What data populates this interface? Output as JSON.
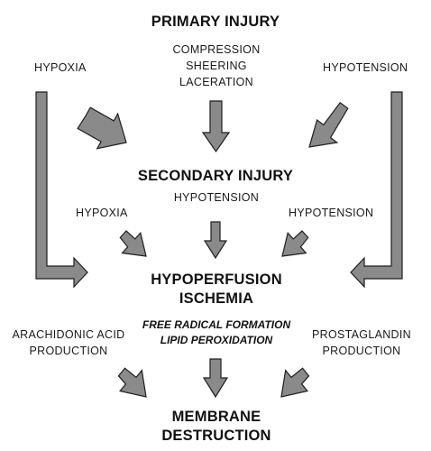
{
  "primary_injury": {
    "title": "PRIMARY INJURY",
    "left": "HYPOXIA",
    "center": [
      "COMPRESSION",
      "SHEERING",
      "LACERATION"
    ],
    "right": "HYPOTENSION"
  },
  "secondary_injury": {
    "title": "SECONDARY INJURY",
    "left": "HYPOXIA",
    "center": "HYPOTENSION",
    "right": "HYPOTENSION"
  },
  "hypoperfusion": {
    "title": [
      "HYPOPERFUSION",
      "ISCHEMIA"
    ],
    "left": [
      "ARACHIDONIC ACID",
      "PRODUCTION"
    ],
    "center": [
      "FREE RADICAL FORMATION",
      "LIPID PEROXIDATION"
    ],
    "right": [
      "PROSTAGLANDIN",
      "PRODUCTION"
    ]
  },
  "outcome": {
    "title": [
      "MEMBRANE",
      "DESTRUCTION"
    ]
  },
  "colors": {
    "arrow_fill": "#8a8a8a",
    "arrow_stroke": "#1e1e1e",
    "text": "#111111"
  }
}
